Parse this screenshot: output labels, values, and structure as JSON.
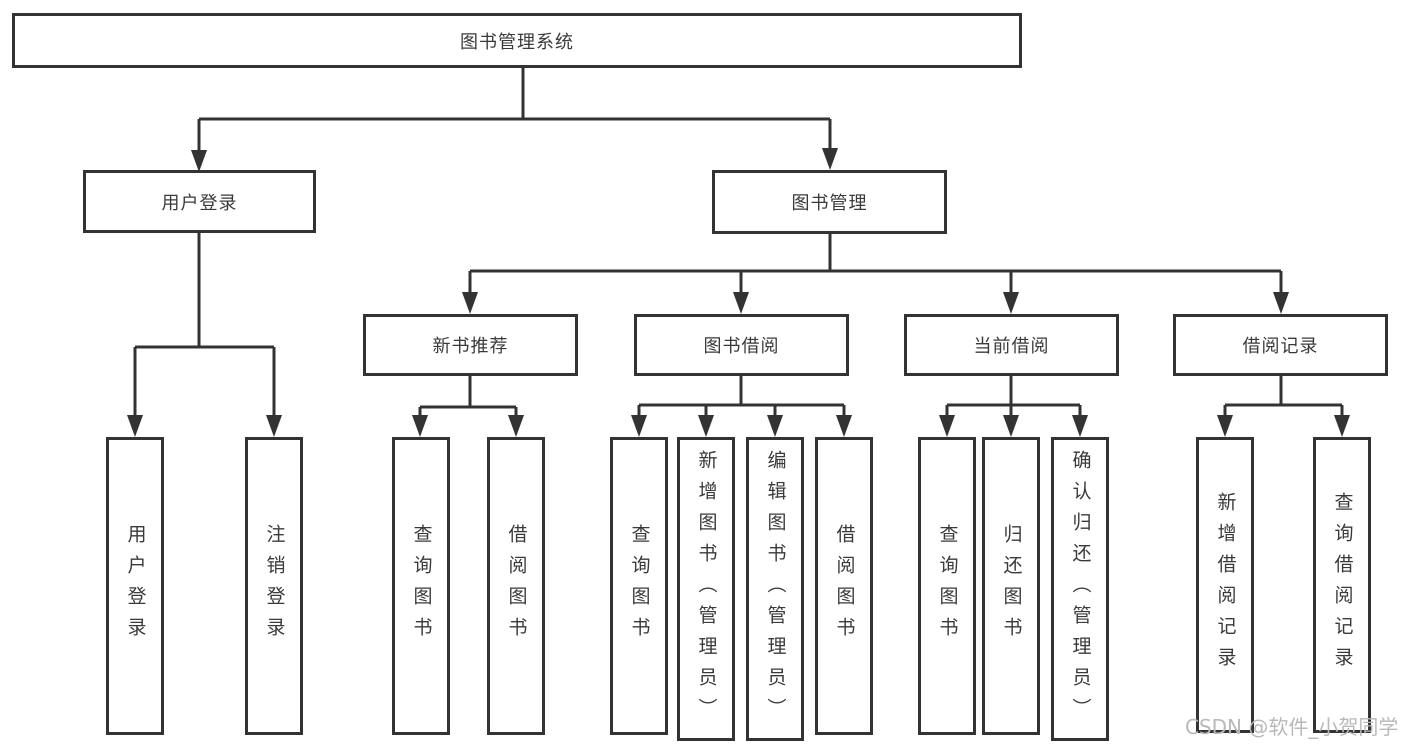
{
  "watermark": {
    "text": "CSDN @软件_小贺同学"
  },
  "tree": {
    "root": {
      "label": "图书管理系统"
    },
    "user_login": {
      "label": "用户登录",
      "children": [
        {
          "label": "用户登录"
        },
        {
          "label": "注销登录"
        }
      ]
    },
    "book_mgmt": {
      "label": "图书管理",
      "sections": {
        "new_book_rec": {
          "label": "新书推荐",
          "children": [
            {
              "label": "查询图书"
            },
            {
              "label": "借阅图书"
            }
          ]
        },
        "book_borrow": {
          "label": "图书借阅",
          "children": [
            {
              "label": "查询图书"
            },
            {
              "label": "新增图书（管理员）"
            },
            {
              "label": "编辑图书（管理员）"
            },
            {
              "label": "借阅图书"
            }
          ]
        },
        "current_borrow": {
          "label": "当前借阅",
          "children": [
            {
              "label": "查询图书"
            },
            {
              "label": "归还图书"
            },
            {
              "label": "确认归还（管理员）"
            }
          ]
        },
        "borrow_records": {
          "label": "借阅记录",
          "children": [
            {
              "label": "新增借阅记录"
            },
            {
              "label": "查询借阅记录"
            }
          ]
        }
      }
    }
  },
  "colors": {
    "line": "#333333",
    "text": "#3a3a3a",
    "watermark": "#b9b9b9",
    "background": "#ffffff"
  }
}
